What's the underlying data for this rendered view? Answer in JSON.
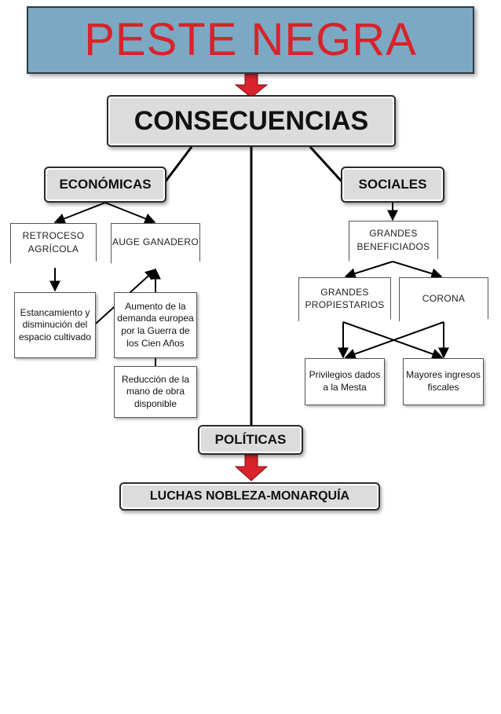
{
  "title": "PESTE NEGRA",
  "consequences": "CONSECUENCIAS",
  "categories": {
    "economic": "ECONÓMICAS",
    "social": "SOCIALES",
    "political": "POLÍTICAS"
  },
  "economic": {
    "retroceso": "RETROCESO AGRÍCOLA",
    "auge": "AUGE GANADERO",
    "estancamiento": "Estancamiento y disminución del espacio cultivado",
    "aumento": "Aumento de la demanda europea por la Guerra de los Cien Años",
    "reduccion": "Reducción de la mano de obra disponible"
  },
  "social": {
    "grandes_beneficiados": "GRANDES BENEFICIADOS",
    "grandes_propietarios": "GRANDES PROPIESTARIOS",
    "corona": "CORONA",
    "privilegios": "Privilegios dados a la Mesta",
    "mayores": "Mayores ingresos fiscales"
  },
  "political": {
    "luchas": "LUCHAS NOBLEZA-MONARQUÍA"
  },
  "colors": {
    "title_background": "#7ba9c4",
    "title_text": "#d8232a",
    "category_fill": "#dcdcdc",
    "arrow_red": "#d8232a"
  }
}
